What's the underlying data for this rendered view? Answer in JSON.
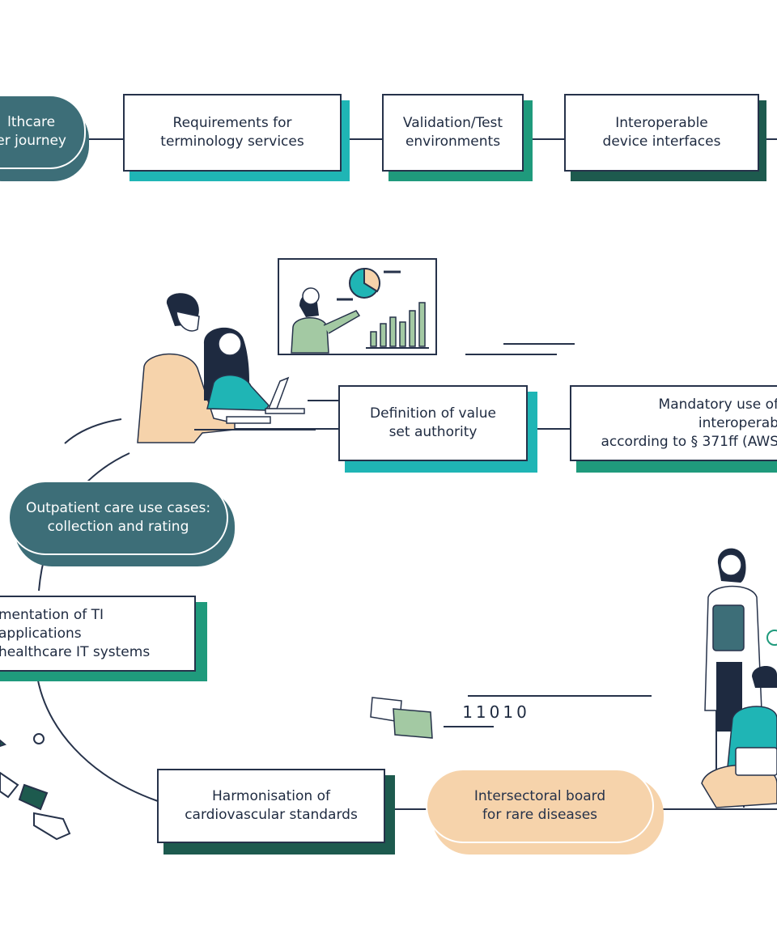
{
  "colors": {
    "outline": "#26324a",
    "teal": "#1fb5b5",
    "green": "#1f9a7c",
    "dark_green": "#1d5a4e",
    "slate": "#3d6e78",
    "sand": "#f6d3ab"
  },
  "nodes": {
    "healthcare_journey": "lthcare\ner journey",
    "terminology": "Requirements for\nterminology services",
    "validation": "Validation/Test\nenvironments",
    "device_interfaces": "Interoperable\ndevice interfaces",
    "value_set": "Definition of value\nset authority",
    "mandatory_use": "Mandatory use of interoperab\naccording to § 371ff (AWS",
    "outpatient": "Outpatient care use cases:\ncollection and rating",
    "ti_applications": "mentation of TI applications\n healthcare IT systems",
    "cardiovascular": "Harmonisation of\ncardiovascular standards",
    "rare_diseases": "Intersectoral board\nfor rare diseases"
  },
  "binary_text": "11010",
  "illustrations": [
    "meeting-people-illustration",
    "presentation-board-illustration",
    "standing-people-illustration"
  ]
}
